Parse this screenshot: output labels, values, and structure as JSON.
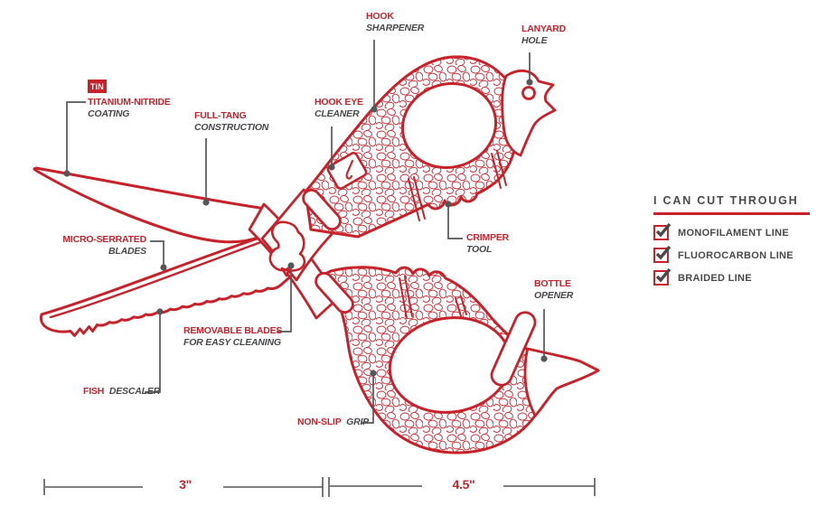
{
  "diagram": {
    "badge": "TiN",
    "labels": {
      "titanium": {
        "title": "TITANIUM-NITRIDE",
        "sub": "COATING"
      },
      "fulltang": {
        "title": "FULL-TANG",
        "sub": "CONSTRUCTION"
      },
      "hook_sharpener": {
        "title": "HOOK",
        "sub": "SHARPENER"
      },
      "lanyard": {
        "title": "LANYARD",
        "sub": "HOLE"
      },
      "hook_eye": {
        "title": "HOOK EYE",
        "sub": "CLEANER"
      },
      "micro_serrated": {
        "title": "MICRO-SERRATED",
        "sub": "BLADES"
      },
      "removable": {
        "title": "REMOVABLE BLADES",
        "sub": "FOR EASY CLEANING"
      },
      "crimper": {
        "title": "CRIMPER",
        "sub": "TOOL"
      },
      "fish": {
        "title": "FISH",
        "sub": "DESCALER"
      },
      "bottle": {
        "title": "BOTTLE",
        "sub": "OPENER"
      },
      "nonslip": {
        "title": "NON-SLIP",
        "sub": "GRIP"
      }
    },
    "dimensions": {
      "left_label": "3\"",
      "right_label": "4.5\""
    }
  },
  "cut_panel": {
    "heading": "I CAN CUT THROUGH",
    "items": [
      {
        "label": "MONOFILAMENT LINE",
        "checked": true
      },
      {
        "label": "FLUOROCARBON LINE",
        "checked": true
      },
      {
        "label": "BRAIDED LINE",
        "checked": true
      }
    ]
  },
  "colors": {
    "accent_red": "#C7222A",
    "text_dark": "#4A484B",
    "line_gray": "#55565A"
  }
}
